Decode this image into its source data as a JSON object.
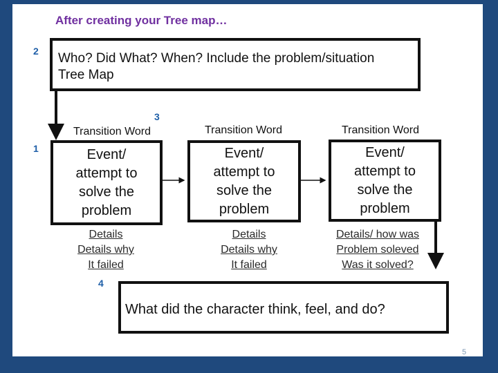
{
  "title": "After creating your Tree map…",
  "top_box": {
    "line1": "Who? Did What?  When?  Include the problem/situation",
    "line2": "Tree Map"
  },
  "numbers": {
    "n1": "1",
    "n2": "2",
    "n3": "3",
    "n4": "4"
  },
  "transition_label": "Transition Word",
  "events": [
    {
      "text": "Event/\nattempt to\nsolve the\nproblem"
    },
    {
      "text": "Event/\nattempt to\nsolve the\nproblem"
    },
    {
      "text": "Event/\nattempt to\nsolve the\nproblem"
    }
  ],
  "details": [
    {
      "lines": [
        "Details",
        "Details why",
        "It failed"
      ]
    },
    {
      "lines": [
        "Details",
        "Details why",
        "It failed"
      ]
    },
    {
      "lines": [
        "Details/ how was",
        "Problem soleved",
        "Was it solved?"
      ]
    }
  ],
  "bottom_box": "What did the character think, feel, and do?",
  "slide_number": "5",
  "colors": {
    "background": "#1f497d",
    "title": "#7030a0",
    "numbers": "#1f5fa8"
  }
}
